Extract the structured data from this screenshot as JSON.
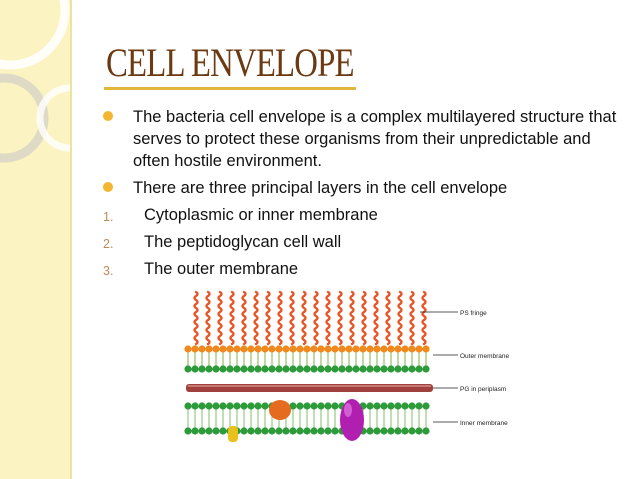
{
  "slide": {
    "title": "CELL ENVELOPE",
    "accent_color": "#e2b63a",
    "bullets": [
      "The bacteria cell envelope is a complex multilayered structure that serves to protect these organisms from their unpredictable and often hostile environment.",
      "There are three principal layers in the cell envelope"
    ],
    "numbered": [
      {
        "num": "1.",
        "text": "Cytoplasmic or inner membrane"
      },
      {
        "num": "2.",
        "text": "The peptidoglycan cell wall"
      },
      {
        "num": "3.",
        "text": "The outer membrane"
      }
    ]
  },
  "figure": {
    "labels": {
      "ps": "PS fringe",
      "outer": "Outer membrane",
      "pg": "PG in periplasm",
      "inner": "Inner membrane"
    },
    "colors": {
      "fringe": "#e8572a",
      "outer_heads": "#f08a1e",
      "membrane": "#2e9b3a",
      "pg": "#a0413e",
      "protein_orange": "#e46b1f",
      "protein_purple": "#b11fb1",
      "protein_yellow": "#e8c21a"
    }
  }
}
